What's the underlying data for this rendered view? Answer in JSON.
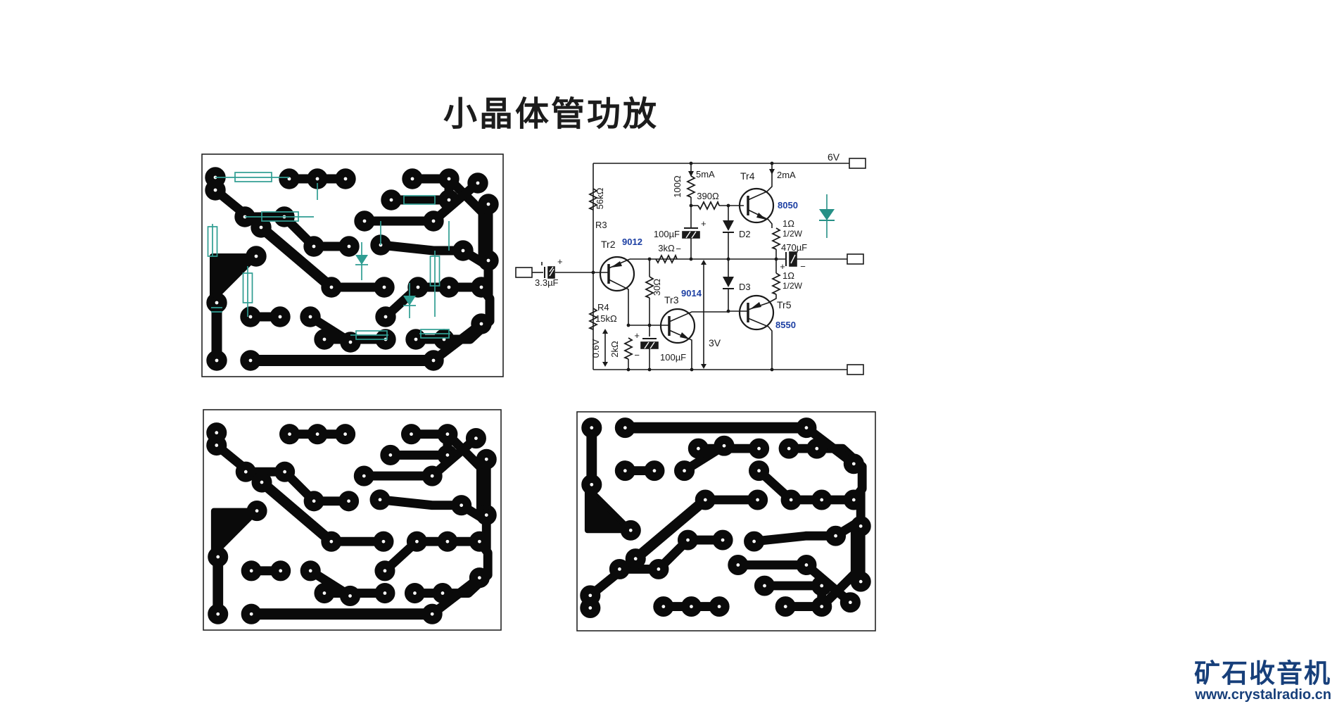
{
  "title": "小晶体管功放",
  "watermark": {
    "brand": "矿石收音机",
    "url": "www.crystalradio.cn"
  },
  "colors": {
    "trace_black": "#0a0a0a",
    "overlay_teal": "#2f9d92",
    "diode_teal": "#269086",
    "part_number_blue": "#1c3fa3",
    "watermark_navy": "#173f7a"
  },
  "schematic": {
    "power": {
      "rail_voltage": "6V",
      "current_1": "5mA",
      "current_2": "2mA",
      "mid_voltage": "3V",
      "bias_voltage": "0.6V"
    },
    "labels": {
      "r3_name": "R3",
      "r3_value": "56kΩ",
      "r100": "100Ω",
      "r390": "390Ω",
      "r3k": "3kΩ",
      "r30": "30Ω",
      "r2k": "2kΩ",
      "r4_name": "R4",
      "r4_value": "15kΩ",
      "re_value": "1Ω",
      "re_power": "1/2W",
      "c_in": "3.3µF",
      "c100": "100µF",
      "c_out": "470µF",
      "d2": "D2",
      "d3": "D3",
      "tr2": "Tr2",
      "tr2_part": "9012",
      "tr3": "Tr3",
      "tr3_part": "9014",
      "tr4": "Tr4",
      "tr4_part": "8050",
      "tr5": "Tr5",
      "tr5_part": "8550",
      "plus": "+",
      "minus": "−"
    }
  }
}
